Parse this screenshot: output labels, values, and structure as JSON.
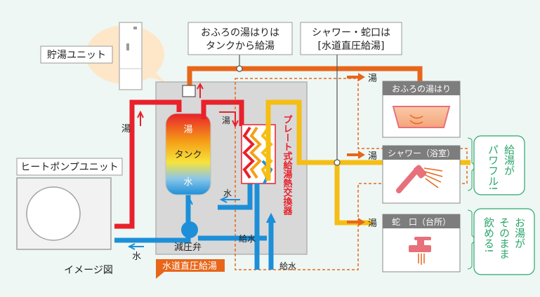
{
  "labels": {
    "storage_unit": "貯湯ユニット",
    "heat_pump_unit": "ヒートポンプユニット",
    "image_caption": "イメージ図",
    "callout_bath_1": "おふろの湯はりは",
    "callout_bath_2": "タンクから給湯",
    "callout_shower_1": "シャワー・蛇口は",
    "callout_shower_2": "[水道直圧給湯]",
    "tank_hot": "湯",
    "tank_name": "タンク",
    "tank_water": "水",
    "hot_left": "湯",
    "hot_right": "湯",
    "hot_top": "湯",
    "hot_shower": "湯",
    "hot_faucet": "湯",
    "water_bottom_left": "水",
    "water_inner": "水",
    "supply_water_mid": "給水",
    "supply_water_bottom": "給水",
    "pressure_valve": "減圧弁",
    "direct_pressure_supply": "水道直圧給湯",
    "plate_exchanger": "プレート式給湯熱交換器",
    "fixture_bath": "おふろの湯はり",
    "fixture_shower": "シャワー（浴室）",
    "fixture_faucet": "蛇　口（台所）",
    "powerful_1": "給湯が",
    "powerful_2": "パワフル!",
    "drinkable_1": "お湯が",
    "drinkable_2": "そのまま",
    "drinkable_3": "飲める!"
  },
  "colors": {
    "background": "#eef7f4",
    "hot_pipe": "#e8212b",
    "cold_pipe": "#1d8fd8",
    "orange_pipe": "#e8661a",
    "yellow_pipe": "#f5be14",
    "fixture_header": "#7d7d7d",
    "dashed_outline": "#e8661a",
    "green_accent": "#2aa66b"
  }
}
